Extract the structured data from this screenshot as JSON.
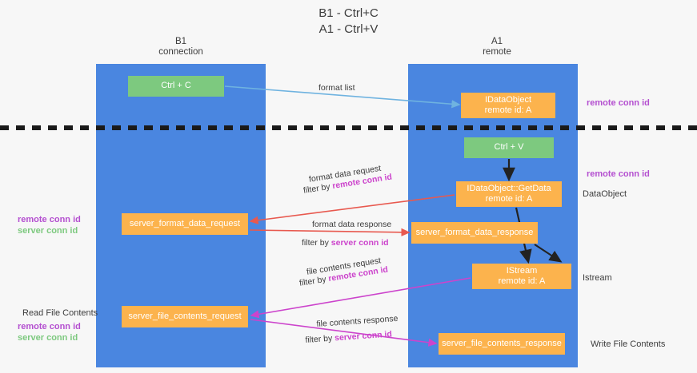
{
  "title": {
    "line1": "B1 - Ctrl+C",
    "line2": "A1 - Ctrl+V"
  },
  "lanes": [
    {
      "id": "b1",
      "name": "B1",
      "subtitle": "connection",
      "color": "#4a86e0"
    },
    {
      "id": "a1",
      "name": "A1",
      "subtitle": "remote",
      "color": "#4a86e0"
    }
  ],
  "colors": {
    "lane": "#4a86e0",
    "green_node": "#7dc97f",
    "orange_node": "#fcb34d",
    "purple_label": "#cc44cc",
    "purple_note": "#b44fd0",
    "green_note": "#7dc97f",
    "red_arrow": "#e8594f",
    "magenta_arrow": "#cc44cc",
    "blue_arrow": "#6fb3e0",
    "black_arrow": "#222222",
    "divider": "#1a1a1a",
    "text": "#3c3c3c",
    "background": "#f7f7f7"
  },
  "nodes": {
    "ctrl_c": {
      "label": "Ctrl + C",
      "style": "green"
    },
    "idataobject": {
      "line1": "IDataObject",
      "line2": "remote id: A",
      "style": "orange"
    },
    "ctrl_v": {
      "label": "Ctrl + V",
      "style": "green"
    },
    "getdata": {
      "line1": "IDataObject::GetData",
      "line2": "remote id: A",
      "style": "orange"
    },
    "server_format_data_request": {
      "label": "server_format_data_request",
      "style": "orange"
    },
    "server_format_data_response": {
      "label": "server_format_data_response",
      "style": "orange"
    },
    "istream": {
      "line1": "IStream",
      "line2": "remote id: A",
      "style": "orange"
    },
    "server_file_contents_request": {
      "label": "server_file_contents_request",
      "style": "orange"
    },
    "server_file_contents_response": {
      "label": "server_file_contents_response",
      "style": "orange"
    }
  },
  "arrow_labels": {
    "format_list": "format list",
    "format_data_request": "format data request",
    "format_data_request_filter_prefix": "filter by ",
    "format_data_request_filter_key": "remote conn id",
    "format_data_response": "format data response",
    "format_data_response_filter_prefix": "filter by ",
    "format_data_response_filter_key": "server conn id",
    "file_contents_request": "file contents request",
    "file_contents_request_filter_prefix": "filter by ",
    "file_contents_request_filter_key": "remote conn id",
    "file_contents_response": "file contents response",
    "file_contents_response_filter_prefix": "filter by ",
    "file_contents_response_filter_key": "server conn id"
  },
  "side_notes": {
    "remote_conn_id_top": "remote conn id",
    "remote_conn_id_mid": "remote conn id",
    "dataobject": "DataObject",
    "istream": "Istream",
    "write_file_contents": "Write File Contents",
    "read_file_contents": "Read File Contents",
    "left_remote_conn_id": "remote conn id",
    "left_server_conn_id": "server conn id",
    "left_bottom_remote_conn_id": "remote conn id",
    "left_bottom_server_conn_id": "server conn id"
  }
}
